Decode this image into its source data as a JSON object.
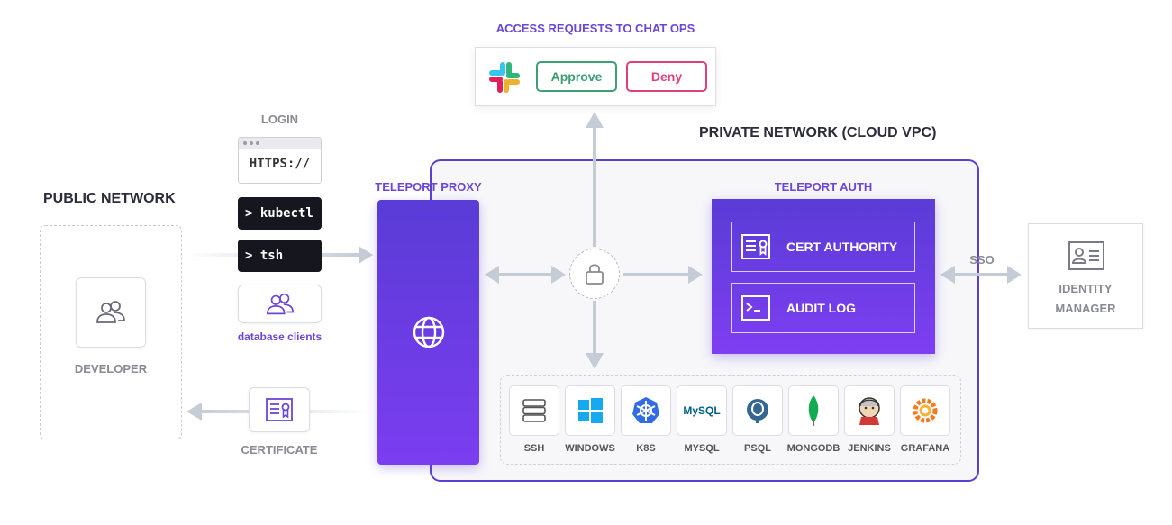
{
  "chat_ops": {
    "title": "ACCESS REQUESTS TO CHAT OPS",
    "approve_label": "Approve",
    "deny_label": "Deny"
  },
  "private_network": {
    "title": "PRIVATE NETWORK (CLOUD VPC)"
  },
  "public_network": {
    "title": "PUBLIC NETWORK",
    "developer_label": "DEVELOPER"
  },
  "login": {
    "title": "LOGIN",
    "browser_url": "HTTPS://",
    "kubectl": "> kubectl",
    "tsh": "> tsh",
    "db_clients": "database clients"
  },
  "proxy": {
    "title": "TELEPORT PROXY"
  },
  "auth": {
    "title": "TELEPORT AUTH",
    "cert_authority": "CERT AUTHORITY",
    "audit_log": "AUDIT LOG"
  },
  "sso": {
    "label": "SSO"
  },
  "identity_manager": {
    "line1": "IDENTITY",
    "line2": "MANAGER"
  },
  "certificate": {
    "label": "CERTIFICATE"
  },
  "services": [
    {
      "label": "SSH",
      "icon": "server-icon"
    },
    {
      "label": "WINDOWS",
      "icon": "windows-icon"
    },
    {
      "label": "K8S",
      "icon": "kubernetes-icon"
    },
    {
      "label": "MYSQL",
      "icon": "mysql-icon",
      "logo_text": "MySQL"
    },
    {
      "label": "PSQL",
      "icon": "postgresql-icon"
    },
    {
      "label": "MONGODB",
      "icon": "mongodb-icon"
    },
    {
      "label": "JENKINS",
      "icon": "jenkins-icon"
    },
    {
      "label": "GRAFANA",
      "icon": "grafana-icon"
    }
  ],
  "colors": {
    "accent": "#6b46d8",
    "approve": "#3e9e74",
    "deny": "#e0407a",
    "arrow": "#c5ccd6"
  }
}
